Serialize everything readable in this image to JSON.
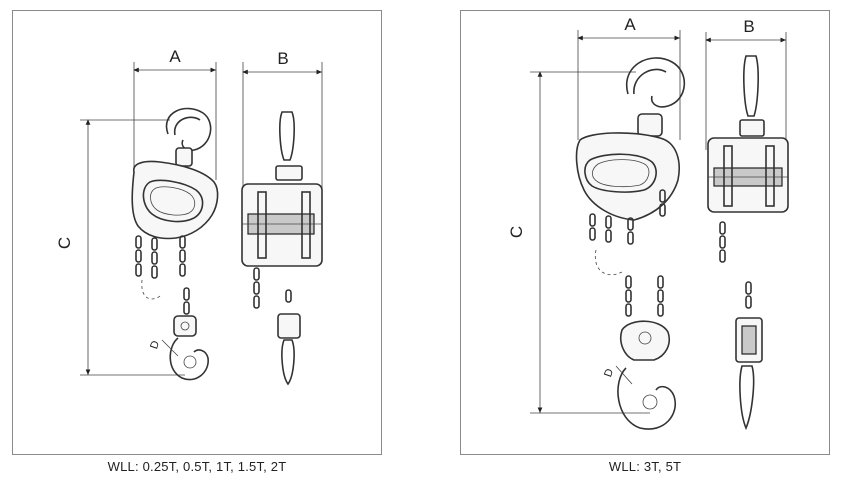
{
  "left": {
    "dimensions": {
      "a": "A",
      "b": "B",
      "c": "C",
      "d": "D"
    },
    "caption": "WLL: 0.25T, 0.5T, 1T, 1.5T, 2T"
  },
  "right": {
    "dimensions": {
      "a": "A",
      "b": "B",
      "c": "C",
      "d": "D"
    },
    "caption": "WLL: 3T, 5T"
  }
}
